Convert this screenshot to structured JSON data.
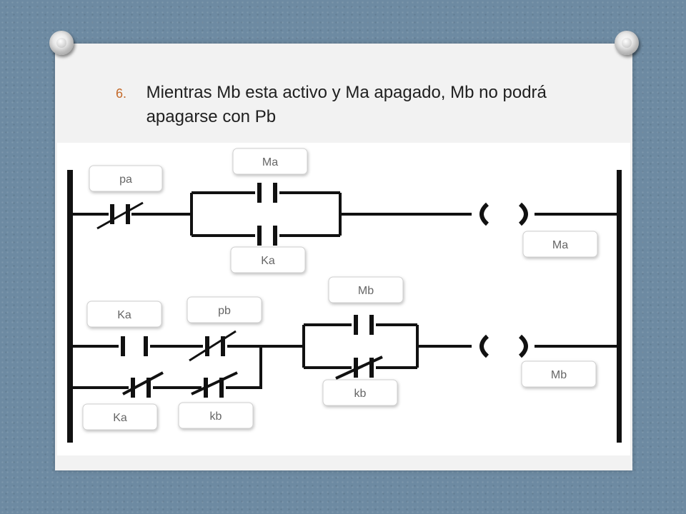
{
  "slide": {
    "item_number": "6.",
    "title": "Mientras Mb esta activo y Ma apagado, Mb no podrá apagarse con Pb"
  },
  "diagram": {
    "labels": {
      "pa": "pa",
      "ma_top": "Ma",
      "ka_top": "Ka",
      "ma_coil": "Ma",
      "ka_row2": "Ka",
      "pb": "pb",
      "mb_top": "Mb",
      "kb_mid": "kb",
      "mb_coil": "Mb",
      "ka_bottom": "Ka",
      "kb_bottom": "kb"
    }
  }
}
